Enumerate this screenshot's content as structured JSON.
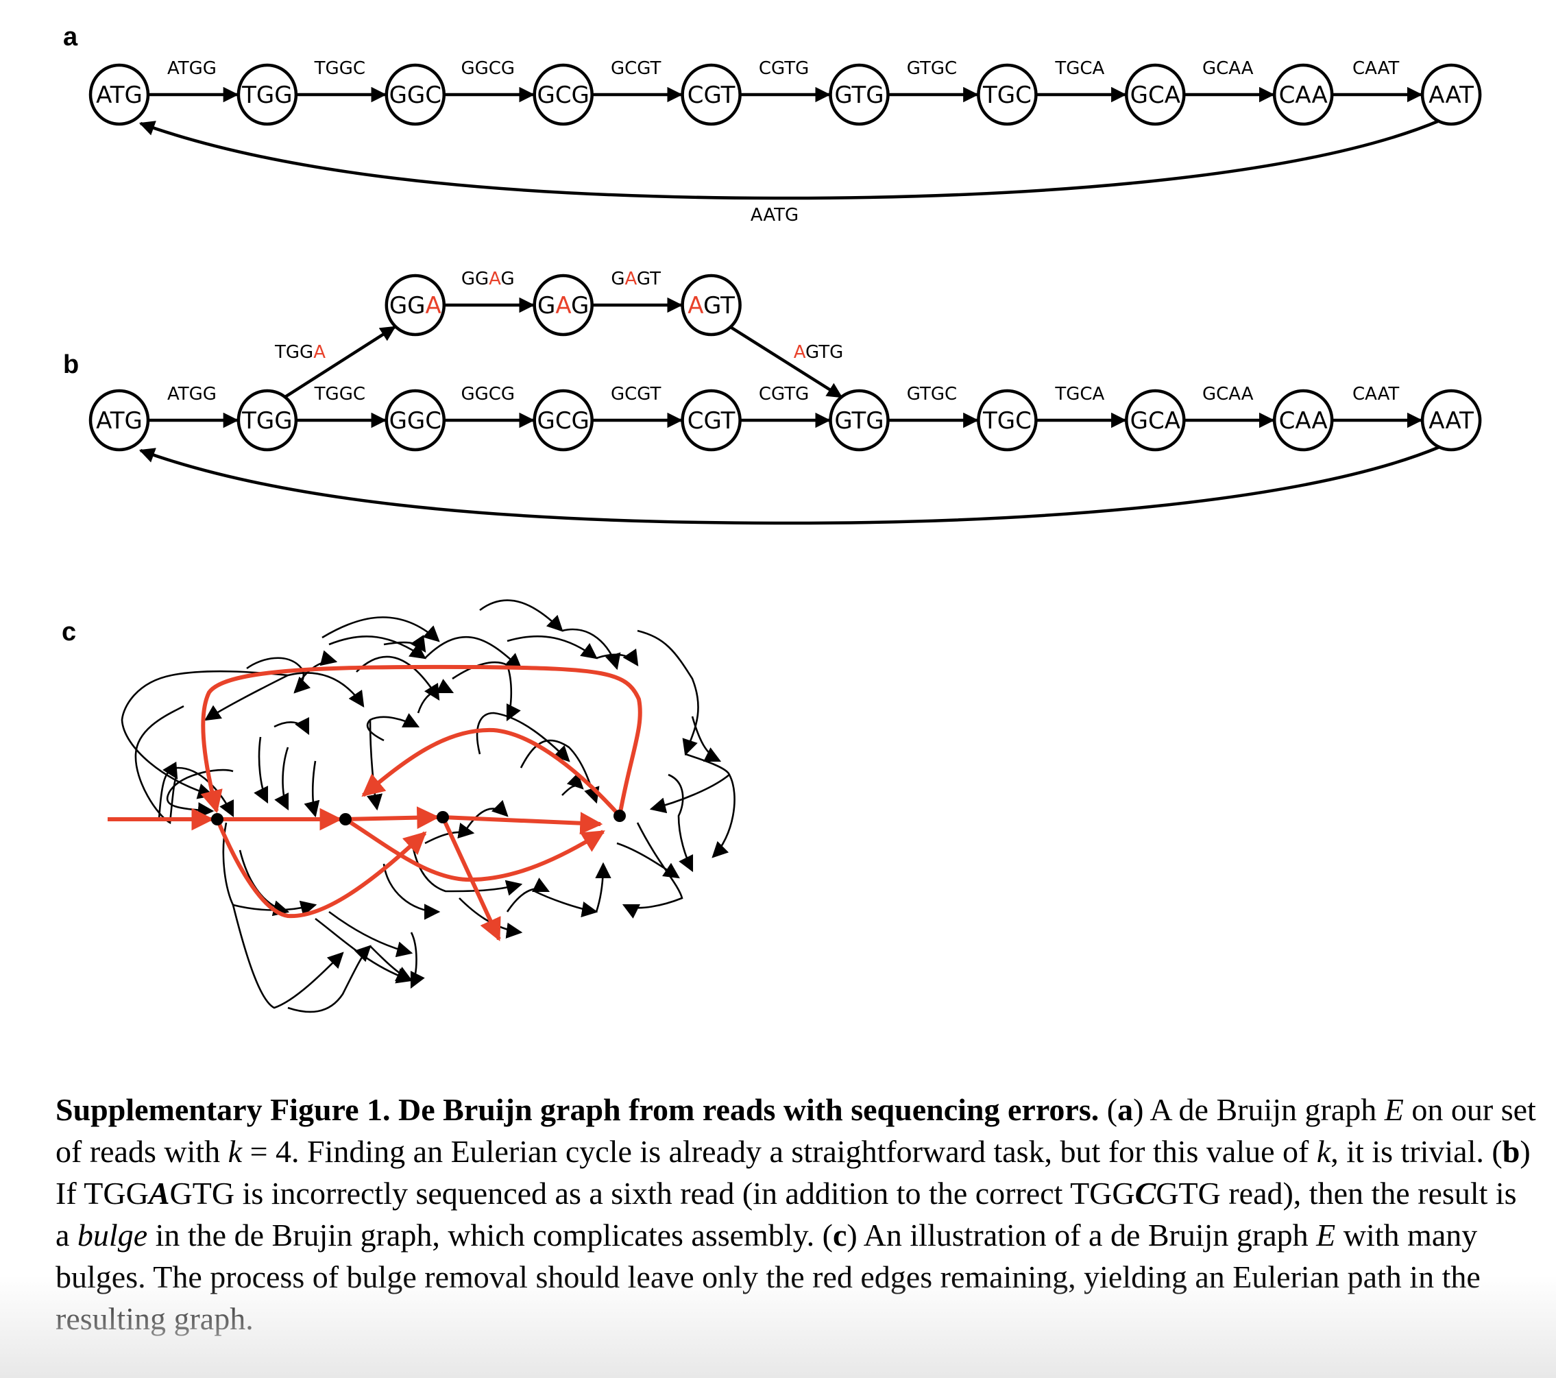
{
  "figure": {
    "panels": {
      "a": {
        "label": "a",
        "nodes": [
          "ATG",
          "TGG",
          "GGC",
          "GCG",
          "CGT",
          "GTG",
          "TGC",
          "GCA",
          "CAA",
          "AAT"
        ],
        "edges": [
          "ATGG",
          "TGGC",
          "GGCG",
          "GCGT",
          "CGTG",
          "GTGC",
          "TGCA",
          "GCAA",
          "CAAT"
        ],
        "return_edge": "AATG"
      },
      "b": {
        "label": "b",
        "nodes": [
          "ATG",
          "TGG",
          "GGC",
          "GCG",
          "CGT",
          "GTG",
          "TGC",
          "GCA",
          "CAA",
          "AAT"
        ],
        "edges": [
          "ATGG",
          "TGGC",
          "GGCG",
          "GCGT",
          "CGTG",
          "GTGC",
          "TGCA",
          "GCAA",
          "CAAT"
        ],
        "bulge_nodes": [
          {
            "pre": "GG",
            "err": "A",
            "post": ""
          },
          {
            "pre": "G",
            "err": "A",
            "post": "G"
          },
          {
            "pre": "",
            "err": "A",
            "post": "GT"
          }
        ],
        "bulge_edges": [
          {
            "pre": "TGG",
            "err": "A",
            "post": ""
          },
          {
            "pre": "GG",
            "err": "A",
            "post": "G"
          },
          {
            "pre": "G",
            "err": "A",
            "post": "GT"
          },
          {
            "pre": "",
            "err": "A",
            "post": "GTG"
          }
        ]
      },
      "c": {
        "label": "c",
        "red_nodes": 4
      }
    },
    "colors": {
      "error_highlight": "#e8412a",
      "red_path": "#e8432a",
      "edge": "#000000"
    }
  },
  "caption": {
    "title": "Supplementary Figure 1. De Bruijn graph from reads with sequencing errors.",
    "a_label": "a",
    "a_text_1": " A de Bruijn graph ",
    "a_var_E": "E",
    "a_text_2": " on our set of reads with ",
    "a_var_k": "k",
    "a_text_3": " = 4.  Finding an Eulerian cycle is already a straightforward task, but for this value of ",
    "a_var_k2": "k",
    "a_text_4": ", it is trivial.  ",
    "b_label": "b",
    "b_text_1": " If TGG",
    "b_err_1": "A",
    "b_text_2": "GTG is incorrectly sequenced as a sixth read (in addition to the correct TGG",
    "b_err_2": "C",
    "b_text_3": "GTG read), then the result is a ",
    "b_bulge": "bulge",
    "b_text_4": " in the de Brujin graph, which complicates assembly.  ",
    "c_label": "c",
    "c_text_1": " An illustration of a de Bruijn graph ",
    "c_var_E": "E",
    "c_text_2": " with many bulges.  The process of bulge removal should leave only the red edges remaining, yielding an Eulerian path in the resulting graph."
  }
}
